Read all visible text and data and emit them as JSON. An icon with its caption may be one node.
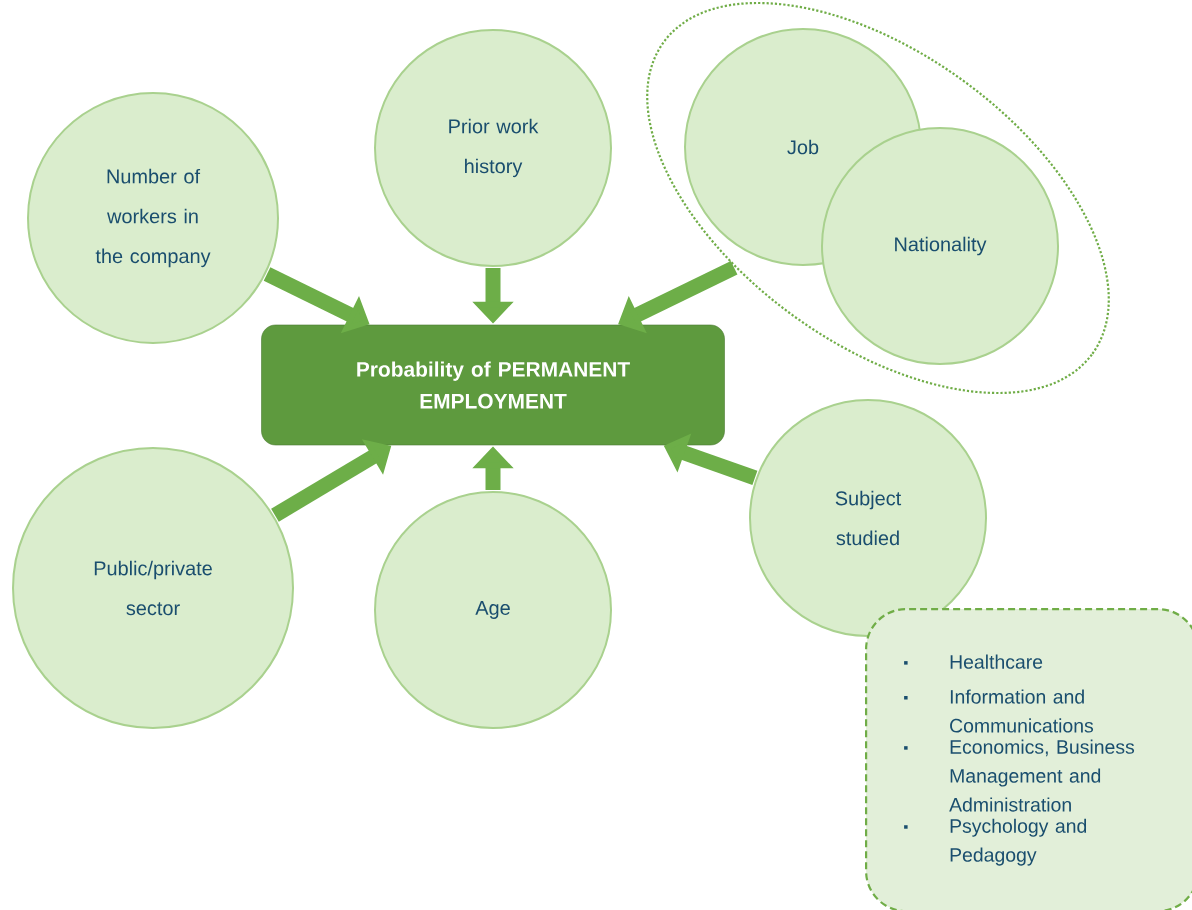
{
  "diagram": {
    "nodes": [
      {
        "text": [
          "Probability of PERMANENT EMPLOYMENT"
        ]
      },
      {
        "text": [
          "Number of workers in the company"
        ]
      },
      {
        "text": [
          "Prior work history"
        ]
      },
      {
        "text": [],
        "shape": "ellipse"
      },
      {
        "text": [
          "Job"
        ],
        "in": 3
      },
      {
        "text": [
          "Nationality"
        ],
        "in": 3
      },
      {
        "text": [
          "Public/private sector"
        ]
      },
      {
        "text": [
          "Age"
        ]
      },
      {
        "text": [
          "Subject studied"
        ]
      },
      {
        "text": [
          "Healthcare",
          "Information and Communications",
          "Economics, Business Management and Administration",
          "Psychology and Pedagogy"
        ]
      }
    ],
    "edges": [
      {
        "from": 1,
        "to": 0,
        "arrow": "to"
      },
      {
        "from": 2,
        "to": 0,
        "arrow": "to"
      },
      {
        "from": 3,
        "to": 0,
        "arrow": "to"
      },
      {
        "from": 6,
        "to": 0,
        "arrow": "to"
      },
      {
        "from": 7,
        "to": 0,
        "arrow": "to"
      },
      {
        "from": 8,
        "to": 0,
        "arrow": "to"
      }
    ]
  }
}
